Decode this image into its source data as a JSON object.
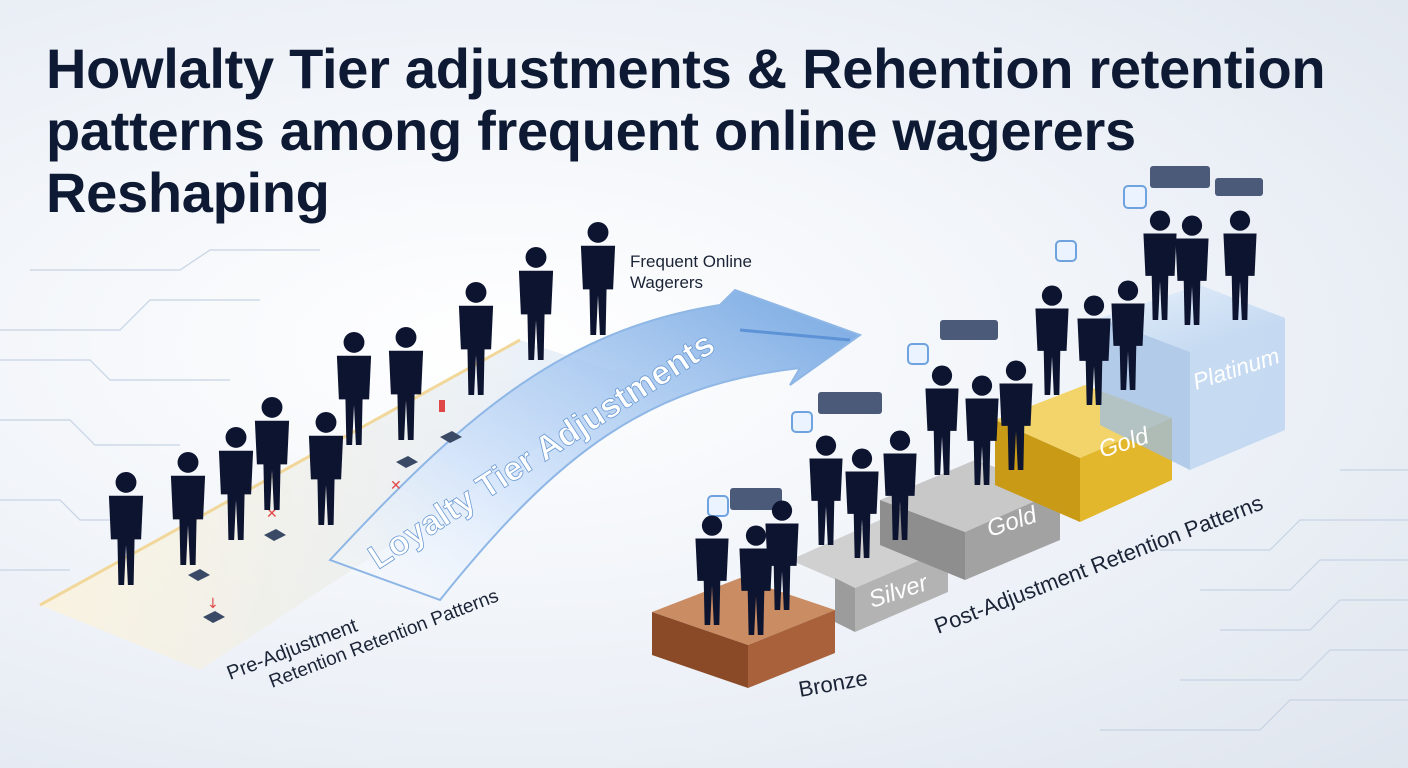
{
  "title": "Howlalty Tier adjustments & Rehention retention patterns among frequent online wagerers Reshaping",
  "arrow_label": "Loyalty Tier Adjustments",
  "wagerers_label_line1": "Frequent Online",
  "wagerers_label_line2": "Wagerers",
  "pre_label_line1": "Pre-Adjustment",
  "pre_label_line2": "Retention Retention Patterns",
  "post_label": "Post-Adjustment Retention Patterns",
  "tiers": [
    {
      "name": "Bronze",
      "color": "#a05c38"
    },
    {
      "name": "Silver",
      "color": "#9a9a9a"
    },
    {
      "name": "Gold",
      "color": "#8a8a8a"
    },
    {
      "name": "Gold",
      "color": "#e0b52a"
    },
    {
      "name": "Platinum",
      "color": "#a9c6e8"
    }
  ],
  "colors": {
    "figure": "#0d1430",
    "arrow": "#7fb0e6",
    "title": "#0e1a33"
  }
}
